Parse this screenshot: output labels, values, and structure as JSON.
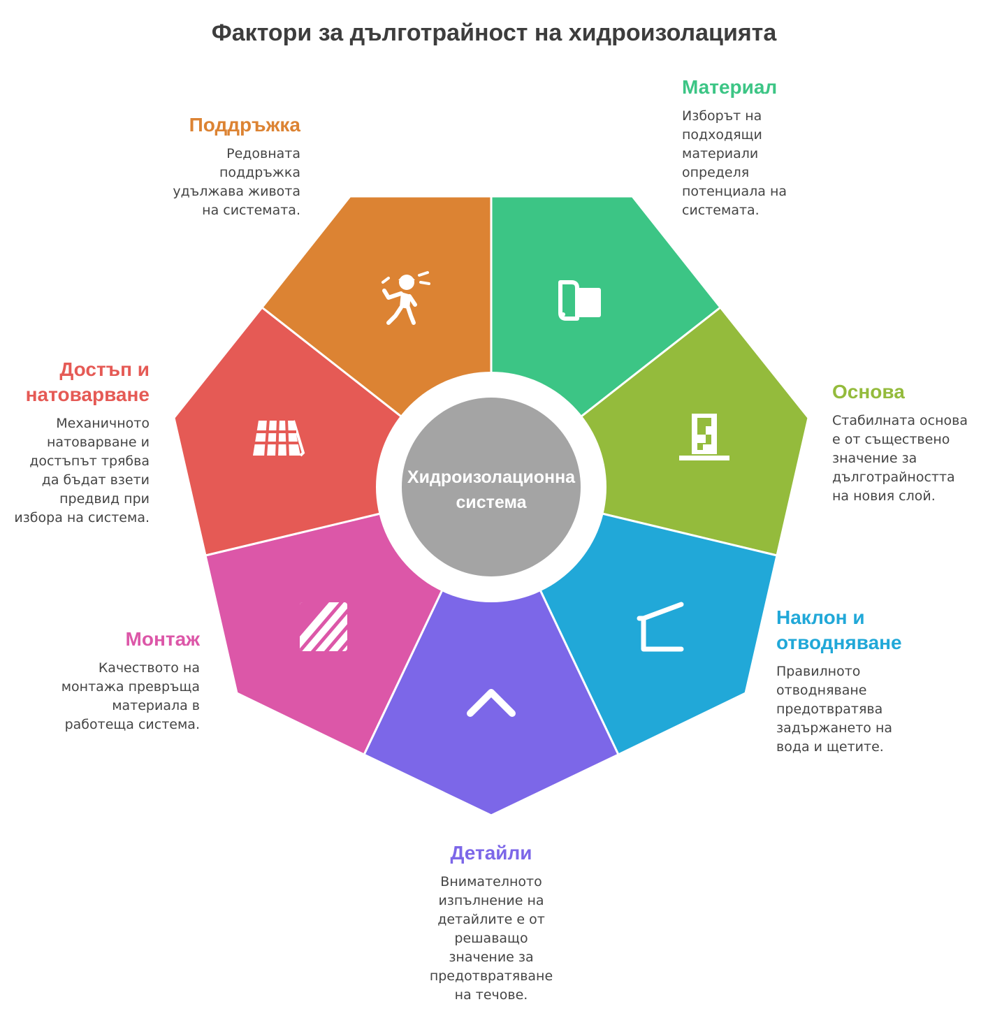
{
  "title": "Фактори за дълготрайност на хидроизолацията",
  "center": {
    "line1": "Хидроизолационна",
    "line2": "система",
    "color": "#a4a4a4"
  },
  "factors": [
    {
      "name": "Материал",
      "color": "#3cc585",
      "icon": "roll-material-icon",
      "desc": [
        "Изборът на",
        "подходящи",
        "материали",
        "определя",
        "потенциала на",
        "системата."
      ]
    },
    {
      "name": "Основа",
      "color": "#94bb3c",
      "icon": "foundation-icon",
      "desc": [
        "Стабилната основа",
        "е от съществено",
        "значение за",
        "дълготрайността",
        "на новия слой."
      ]
    },
    {
      "name": "Наклон и отводняване",
      "name_lines": [
        "Наклон и",
        "отводняване"
      ],
      "color": "#21a8d8",
      "icon": "slope-icon",
      "desc": [
        "Правилното",
        "отводняване",
        "предотвратява",
        "задържането на",
        "вода и щетите."
      ]
    },
    {
      "name": "Детайли",
      "color": "#7c67e8",
      "icon": "chevron-up-icon",
      "desc": [
        "Внимателното",
        "изпълнение на",
        "детайлите е от",
        "решаващо",
        "значение за",
        "предотвратяване",
        "на течове."
      ]
    },
    {
      "name": "Монтаж",
      "color": "#dc57a8",
      "icon": "striped-panel-icon",
      "desc": [
        "Качеството на",
        "монтажа превръща",
        "материала в",
        "работеща система."
      ]
    },
    {
      "name": "Достъп и натоварване",
      "name_lines": [
        "Достъп и",
        "натоварване"
      ],
      "color": "#e55a55",
      "icon": "solar-panel-icon",
      "desc": [
        "Механичното",
        "натоварване и",
        "достъпът трябва",
        "да бъдат взети",
        "предвид при",
        "избора на система."
      ]
    },
    {
      "name": "Поддръжка",
      "color": "#dc8333",
      "icon": "worker-icon",
      "desc": [
        "Редовната",
        "поддръжка",
        "удължава живота",
        "на системата."
      ]
    }
  ]
}
